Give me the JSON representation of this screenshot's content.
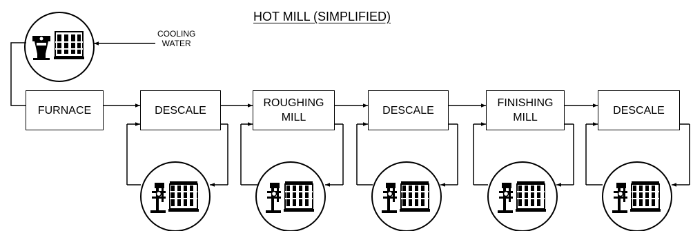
{
  "title": "HOT MILL (SIMPLIFIED)",
  "cooling_water_label": "COOLING\nWATER",
  "stages": [
    {
      "id": "furnace",
      "label": "FURNACE"
    },
    {
      "id": "descale-1",
      "label": "DESCALE"
    },
    {
      "id": "roughing-mill",
      "label": "ROUGHING\nMILL"
    },
    {
      "id": "descale-2",
      "label": "DESCALE"
    },
    {
      "id": "finishing-mill",
      "label": "FINISHING\nMILL"
    },
    {
      "id": "descale-3",
      "label": "DESCALE"
    }
  ],
  "icons": {
    "cooling_unit": "cooling-tower-and-pump-icon",
    "treatment_unit": "filtration-treatment-equipment-icon"
  }
}
